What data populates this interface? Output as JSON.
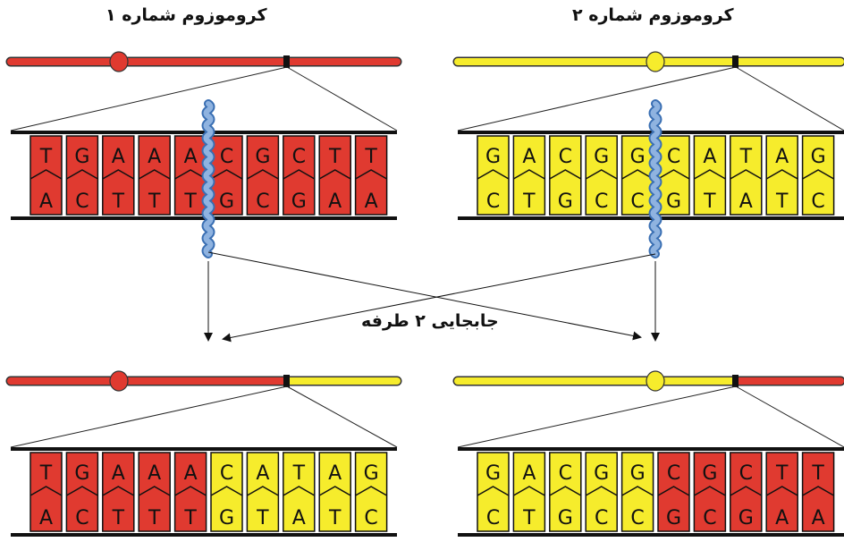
{
  "colors": {
    "red": "#e03a30",
    "yellow": "#f6ec2c",
    "break": "#8fb3e0",
    "line": "#222222"
  },
  "labels": {
    "chr1": "کروموزوم شماره ۱",
    "chr2": "کروموزوم شماره ۲",
    "exchange": "جابجایی ۲ طرفه"
  },
  "panels": [
    {
      "id": "top-left",
      "top": [
        "T",
        "G",
        "A",
        "A",
        "A",
        "C",
        "G",
        "C",
        "T",
        "T"
      ],
      "bottom": [
        "A",
        "C",
        "T",
        "T",
        "T",
        "G",
        "C",
        "G",
        "A",
        "A"
      ],
      "colors": [
        "red",
        "red",
        "red",
        "red",
        "red",
        "red",
        "red",
        "red",
        "red",
        "red"
      ]
    },
    {
      "id": "top-right",
      "top": [
        "G",
        "A",
        "C",
        "G",
        "G",
        "C",
        "A",
        "T",
        "A",
        "G"
      ],
      "bottom": [
        "C",
        "T",
        "G",
        "C",
        "C",
        "G",
        "T",
        "A",
        "T",
        "C"
      ],
      "colors": [
        "yellow",
        "yellow",
        "yellow",
        "yellow",
        "yellow",
        "yellow",
        "yellow",
        "yellow",
        "yellow",
        "yellow"
      ]
    },
    {
      "id": "bottom-left",
      "top": [
        "T",
        "G",
        "A",
        "A",
        "A",
        "C",
        "A",
        "T",
        "A",
        "G"
      ],
      "bottom": [
        "A",
        "C",
        "T",
        "T",
        "T",
        "G",
        "T",
        "A",
        "T",
        "C"
      ],
      "colors": [
        "red",
        "red",
        "red",
        "red",
        "red",
        "yellow",
        "yellow",
        "yellow",
        "yellow",
        "yellow"
      ]
    },
    {
      "id": "bottom-right",
      "top": [
        "G",
        "A",
        "C",
        "G",
        "G",
        "C",
        "G",
        "C",
        "T",
        "T"
      ],
      "bottom": [
        "C",
        "T",
        "G",
        "C",
        "C",
        "G",
        "C",
        "G",
        "A",
        "A"
      ],
      "colors": [
        "yellow",
        "yellow",
        "yellow",
        "yellow",
        "yellow",
        "red",
        "red",
        "red",
        "red",
        "red"
      ]
    }
  ],
  "chromosomes": [
    {
      "id": "chr1-original",
      "left_color": "red",
      "right_color": "red"
    },
    {
      "id": "chr2-original",
      "left_color": "yellow",
      "right_color": "yellow"
    },
    {
      "id": "chr1-derived",
      "left_color": "red",
      "right_color": "yellow"
    },
    {
      "id": "chr2-derived",
      "left_color": "yellow",
      "right_color": "red"
    }
  ]
}
